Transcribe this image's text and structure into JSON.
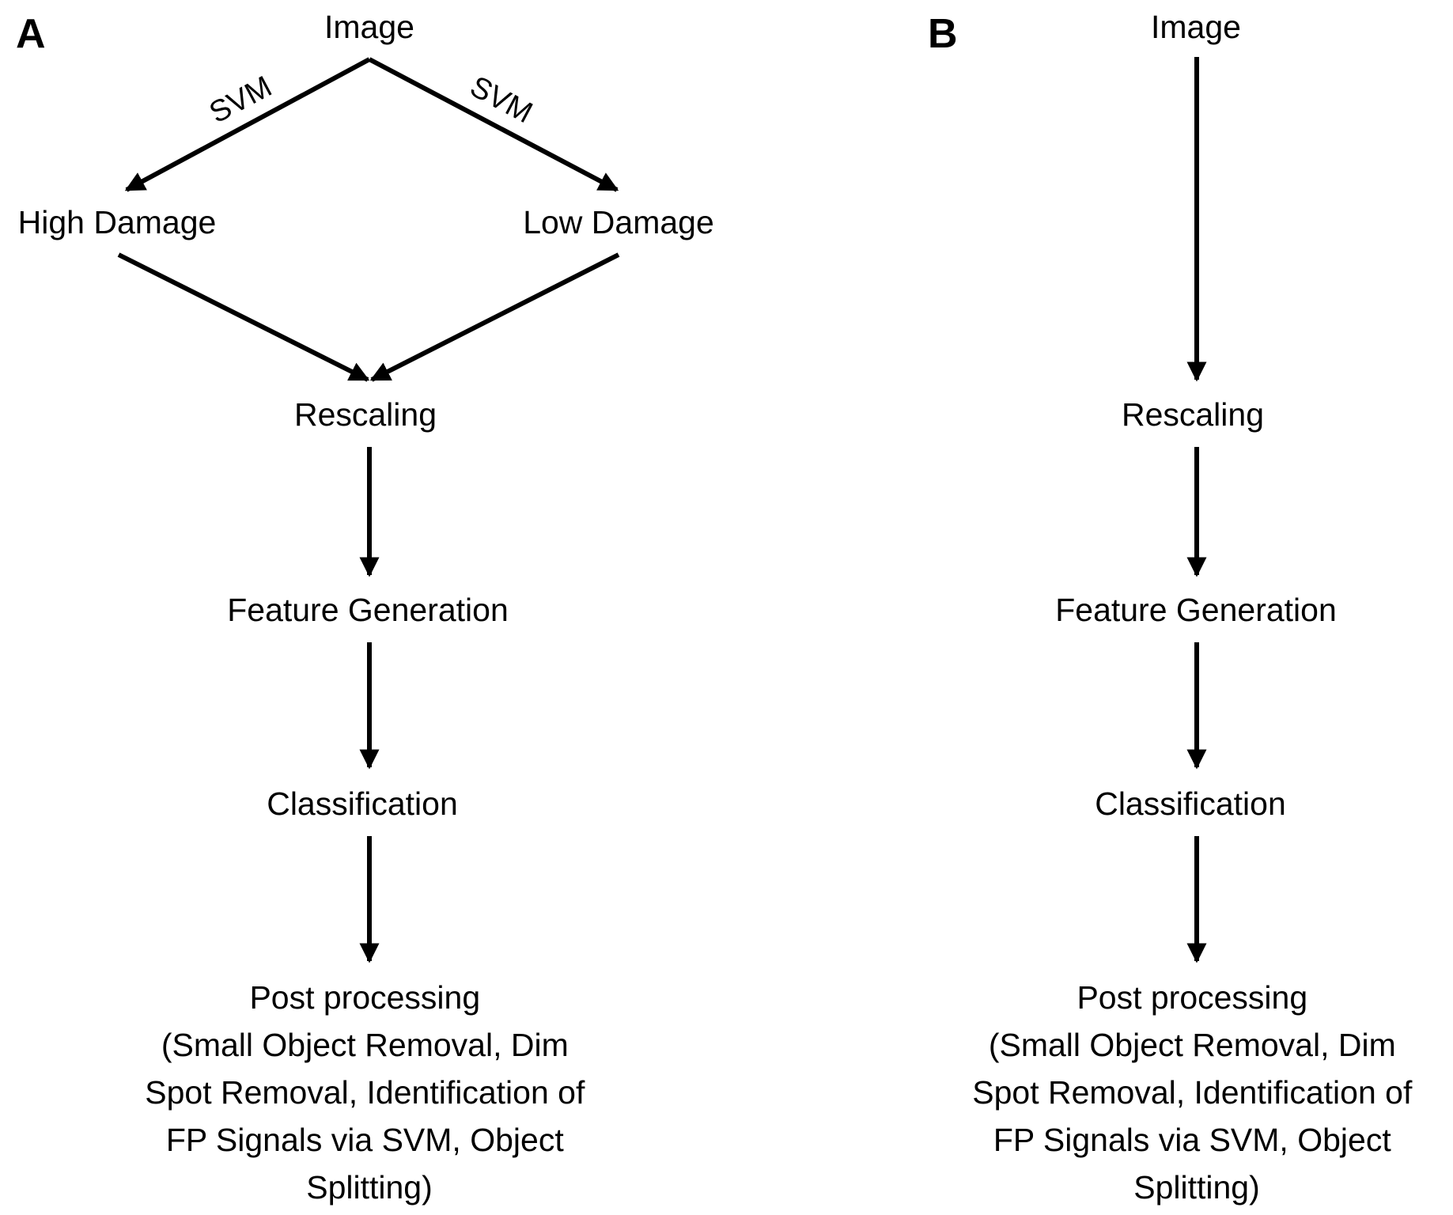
{
  "panels": {
    "a": {
      "label": "A",
      "image": "Image",
      "svm_left": "SVM",
      "svm_right": "SVM",
      "high_damage": "High Damage",
      "low_damage": "Low Damage",
      "rescaling": "Rescaling",
      "feature_generation": "Feature Generation",
      "classification": "Classification",
      "post_processing": [
        "Post processing",
        "(Small Object Removal, Dim",
        "Spot Removal, Identification of",
        "FP Signals via SVM, Object",
        "Splitting)"
      ]
    },
    "b": {
      "label": "B",
      "image": "Image",
      "rescaling": "Rescaling",
      "feature_generation": "Feature Generation",
      "classification": "Classification",
      "post_processing": [
        "Post processing",
        "(Small Object Removal, Dim",
        "Spot Removal, Identification of",
        "FP Signals via SVM, Object",
        "Splitting)"
      ]
    }
  },
  "colors": {
    "background": "#ffffff",
    "ink": "#000000"
  }
}
